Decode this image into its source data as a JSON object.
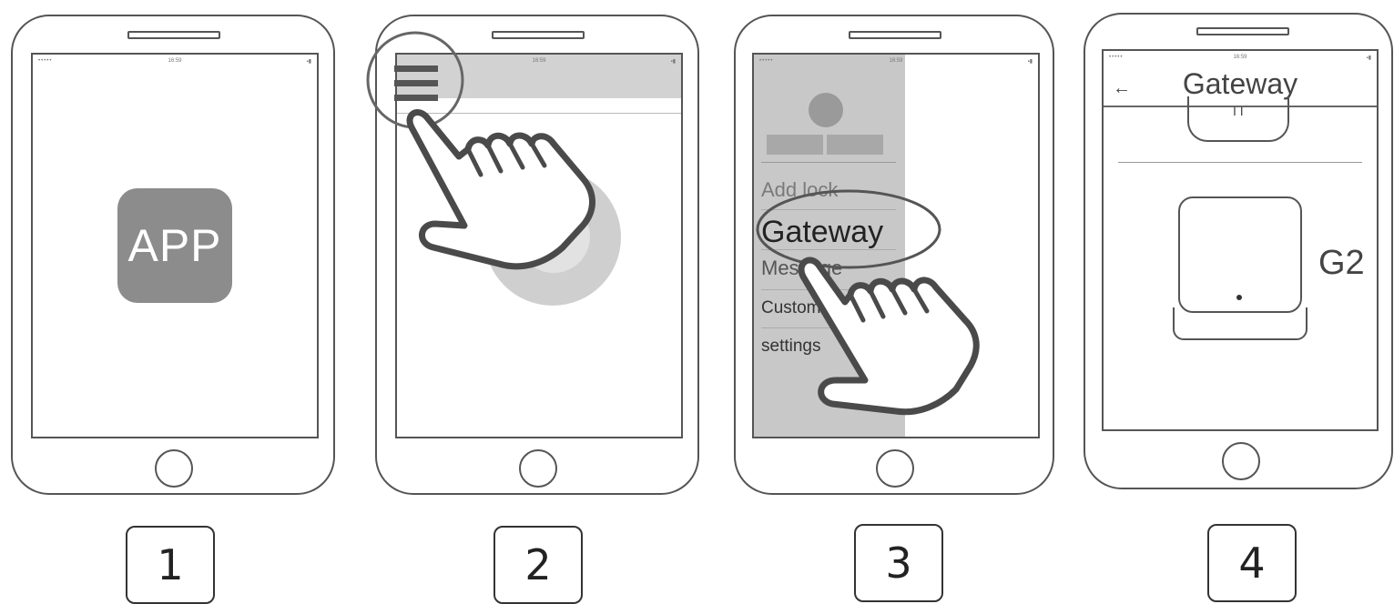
{
  "steps": [
    {
      "number": "1",
      "status": {
        "signal": "•••••",
        "time": "16:59",
        "battery": "▪▮"
      },
      "app_label": "APP"
    },
    {
      "number": "2",
      "status": {
        "time": "16:59",
        "battery": "▪▮"
      },
      "menu_icon": "hamburger-menu-icon"
    },
    {
      "number": "3",
      "status": {
        "signal": "•••••",
        "time": "16:59",
        "battery": "▪▮"
      },
      "menu": {
        "items": [
          "Add lock",
          "Gateway",
          "Message",
          "Customer",
          "settings"
        ],
        "highlighted": "Gateway"
      }
    },
    {
      "number": "4",
      "status": {
        "signal": "•••••",
        "time": "16:59",
        "battery": "▪▮"
      },
      "header": {
        "back": "←",
        "title": "Gateway"
      },
      "device_label": "G2"
    }
  ],
  "colors": {
    "line": "#555555",
    "app_icon": "#8c8c8c",
    "drawer": "#c8c8c8",
    "hand_stroke": "#4a4a4a"
  }
}
